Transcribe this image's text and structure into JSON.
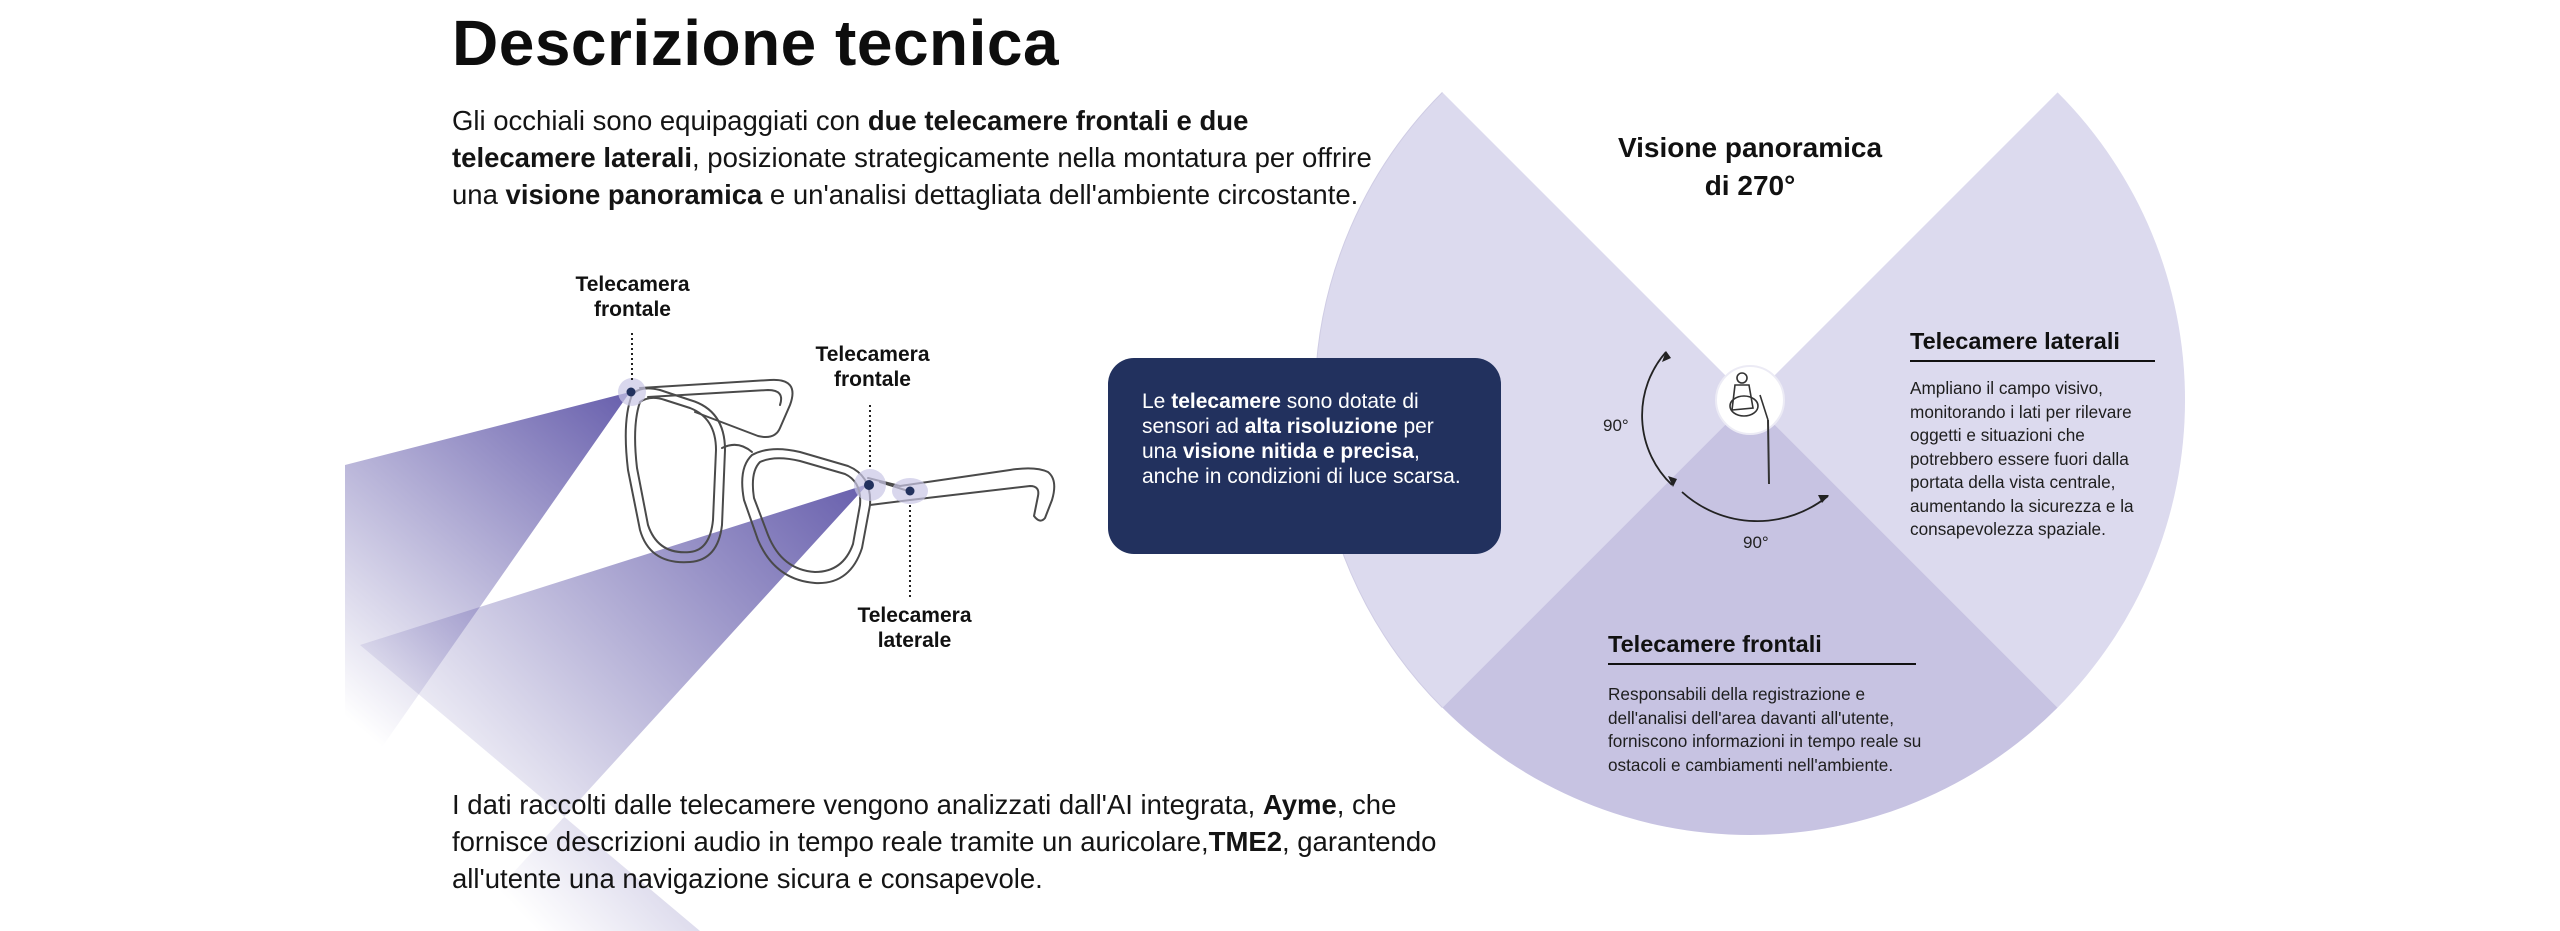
{
  "title": "Descrizione tecnica",
  "intro": {
    "t1": "Gli occhiali sono equipaggiati con ",
    "b1": "due telecamere frontali e due telecamere laterali",
    "t2": ", posizionate strategicamente nella montatura per offrire una ",
    "b2": "visione panoramica",
    "t3": " e un'analisi dettagliata dell'ambiente circostante."
  },
  "labels": {
    "front_top_1": "Telecamera",
    "front_top_2": "frontale",
    "front_mid_1": "Telecamera",
    "front_mid_2": "frontale",
    "side_1": "Telecamera",
    "side_2": "laterale"
  },
  "info_box": {
    "t1": "Le ",
    "b1": "telecamere",
    "t2": " sono dotate di sensori ad ",
    "b2": "alta risoluzione",
    "t3": " per una ",
    "b3": "visione nitida e precisa",
    "t4": ", anche in condizioni di luce scarsa."
  },
  "panorama": {
    "title_1": "Visione panoramica",
    "title_2": "di 270°",
    "angle_left": "90°",
    "angle_bottom": "90°"
  },
  "lateral": {
    "title": "Telecamere laterali",
    "body": "Ampliano il campo visivo, monitorando i lati per rilevare oggetti e situazioni che potrebbero essere fuori dalla portata della vista centrale, aumentando la sicurezza e la consapevolezza spaziale."
  },
  "frontal": {
    "title": "Telecamere frontali",
    "body": "Responsabili della registrazione e dell'analisi dell'area davanti all'utente, forniscono informazioni in tempo reale su ostacoli e cambiamenti nell'ambiente."
  },
  "outro": {
    "t1": "I dati raccolti dalle telecamere vengono analizzati dall'AI integrata, ",
    "b1": "Ayme",
    "t2": ", che fornisce descrizioni audio in tempo reale tramite un auricolare,",
    "b2": "TME2",
    "t3": ", garantendo all'utente una navigazione sicura e consapevole."
  },
  "colors": {
    "sector_light": "#dcdaee",
    "sector_dark": "#c7c3e2",
    "beam": "#5f56a8",
    "box": "#22315e"
  }
}
